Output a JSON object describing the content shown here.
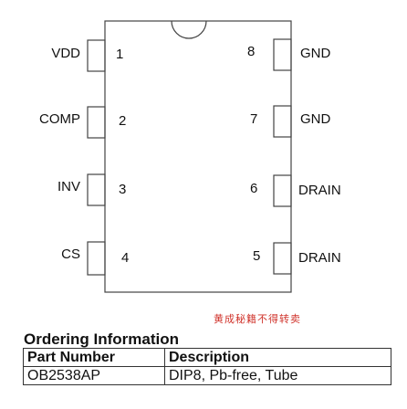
{
  "package": {
    "pins_left": [
      {
        "number": "1",
        "name": "VDD"
      },
      {
        "number": "2",
        "name": "COMP"
      },
      {
        "number": "3",
        "name": "INV"
      },
      {
        "number": "4",
        "name": "CS"
      }
    ],
    "pins_right": [
      {
        "number": "8",
        "name": "GND"
      },
      {
        "number": "7",
        "name": "GND"
      },
      {
        "number": "6",
        "name": "DRAIN"
      },
      {
        "number": "5",
        "name": "DRAIN"
      }
    ]
  },
  "watermark": "黄成秘籍不得转卖",
  "ordering": {
    "heading": "Ordering Information",
    "headers": [
      "Part Number",
      "Description"
    ],
    "rows": [
      [
        "OB2538AP",
        "DIP8, Pb-free, Tube"
      ]
    ]
  }
}
